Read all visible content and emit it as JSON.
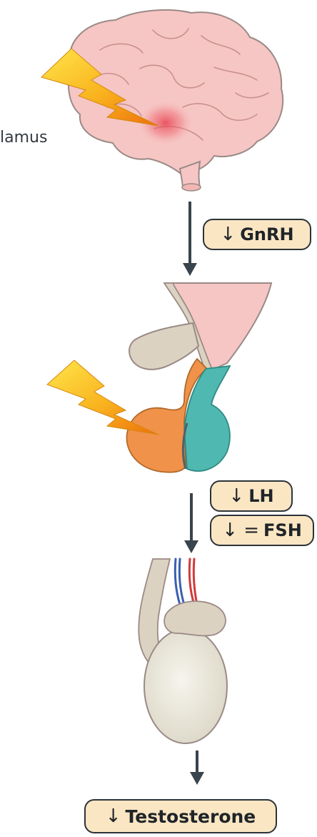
{
  "labels": {
    "hypothalamus_partial": "lamus"
  },
  "badges": {
    "gnrh": {
      "symbol": "↓",
      "text": "GnRH"
    },
    "lh": {
      "symbol": "↓",
      "text": "LH"
    },
    "fsh": {
      "symbol": "↓ =",
      "text": "FSH"
    },
    "testosterone": {
      "symbol": "↓",
      "text": "Testosterone"
    }
  },
  "colors": {
    "brain": "#f6c6c4",
    "brain_outline": "#9a8a86",
    "lesion_glow": "#e84a5a",
    "lightning_top": "#ffe13a",
    "lightning_bottom": "#f07d10",
    "anterior_pituitary": "#f0924a",
    "posterior_pituitary": "#4fb8b0",
    "pituitary_tissue": "#dcd2c2",
    "testis": "#eeeadd",
    "artery": "#d23a3a",
    "vein": "#3a5fb0",
    "badge_fill": "#fbe6c4",
    "arrow": "#3a444c"
  },
  "icons": {
    "brain": "brain-illustration",
    "pituitary": "pituitary-gland-illustration",
    "testis": "testis-illustration",
    "lightning": "lightning-bolt-icon"
  }
}
